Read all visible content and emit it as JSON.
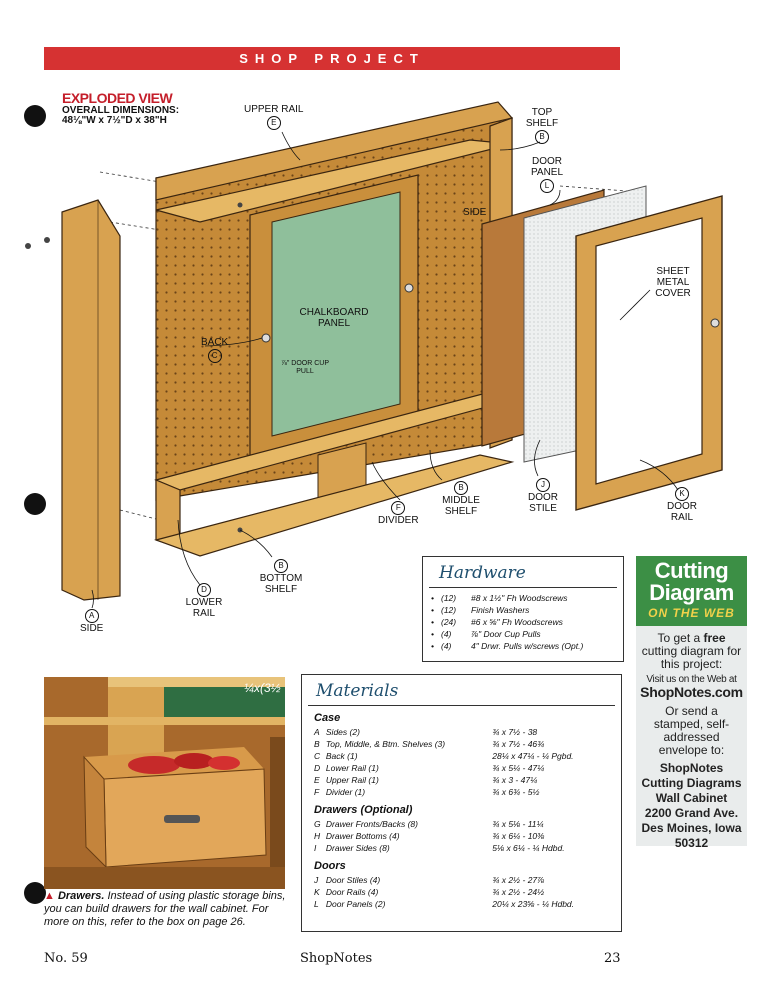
{
  "banner": "SHOP PROJECT",
  "exploded": {
    "title": "EXPLODED VIEW",
    "subtitle": "OVERALL DIMENSIONS:",
    "dims": "48⅛\"W x 7½\"D x 38\"H"
  },
  "labels": {
    "upper_rail": "UPPER RAIL",
    "upper_rail_letter": "E",
    "top_shelf": "TOP SHELF",
    "top_shelf_letter": "B",
    "door_panel": "DOOR PANEL",
    "door_panel_letter": "L",
    "side_inner": "SIDE",
    "sheet_metal": "SHEET METAL COVER",
    "chalkboard": "CHALKBOARD PANEL",
    "back": "BACK",
    "back_letter": "C",
    "cup_pull": "⅞\" DOOR CUP PULL",
    "middle_shelf": "MIDDLE SHELF",
    "middle_shelf_letter": "B",
    "divider": "DIVIDER",
    "divider_letter": "F",
    "door_stile": "DOOR STILE",
    "door_stile_letter": "J",
    "door_rail": "DOOR RAIL",
    "door_rail_letter": "K",
    "bottom_shelf": "BOTTOM SHELF",
    "bottom_shelf_letter": "B",
    "lower_rail": "LOWER RAIL",
    "lower_rail_letter": "D",
    "side": "SIDE",
    "side_letter": "A"
  },
  "hardware": {
    "title": "Hardware",
    "items": [
      {
        "qty": "(12)",
        "desc": "#8 x 1½\" Fh Woodscrews"
      },
      {
        "qty": "(12)",
        "desc": "Finish Washers"
      },
      {
        "qty": "(24)",
        "desc": "#6 x ⅝\" Fh Woodscrews"
      },
      {
        "qty": "(4)",
        "desc": "⅞\" Door Cup Pulls"
      },
      {
        "qty": "(4)",
        "desc": "4\" Drwr. Pulls w/screws (Opt.)"
      }
    ]
  },
  "web": {
    "title": "Cutting Diagram",
    "subtitle": "ON THE WEB",
    "line1": "To get a",
    "free": "free",
    "line2": "cutting diagram for this project:",
    "visit": "Visit us on the Web at",
    "url": "ShopNotes.com",
    "or_send": "Or send a stamped, self-addressed envelope to:",
    "address": [
      "ShopNotes",
      "Cutting Diagrams",
      "Wall Cabinet",
      "2200 Grand Ave.",
      "Des Moines, Iowa",
      "50312"
    ]
  },
  "caption": {
    "lead": "Drawers.",
    "text": " Instead of using plastic storage bins, you can build drawers for the wall cabinet. For more on this, refer to the box on page 26."
  },
  "materials": {
    "title": "Materials",
    "sections": [
      {
        "name": "Case",
        "rows": [
          {
            "letter": "A",
            "name": "Sides (2)",
            "dim": "¾ x 7½ - 38"
          },
          {
            "letter": "B",
            "name": "Top, Middle, & Btm. Shelves (3)",
            "dim": "¾ x 7½ - 46¾"
          },
          {
            "letter": "C",
            "name": "Back (1)",
            "dim": "28¼ x 47¼ - ¼ Pgbd."
          },
          {
            "letter": "D",
            "name": "Lower Rail (1)",
            "dim": "¾ x 5¼ - 47¼"
          },
          {
            "letter": "E",
            "name": "Upper Rail (1)",
            "dim": "¾ x 3 - 47¼"
          },
          {
            "letter": "F",
            "name": "Divider (1)",
            "dim": "¾ x 6¾ - 5½"
          }
        ]
      },
      {
        "name": "Drawers (Optional)",
        "rows": [
          {
            "letter": "G",
            "name": "Drawer Fronts/Backs (8)",
            "dim": "¾ x 5⅛ - 11¼"
          },
          {
            "letter": "H",
            "name": "Drawer Bottoms (4)",
            "dim": "¾ x 6¼ - 10⅜"
          },
          {
            "letter": "I",
            "name": "Drawer Sides (8)",
            "dim": "5⅛ x 6¼ - ¼ Hdbd."
          }
        ]
      },
      {
        "name": "Doors",
        "rows": [
          {
            "letter": "J",
            "name": "Door Stiles (4)",
            "dim": "¾ x 2½ - 27⅞"
          },
          {
            "letter": "K",
            "name": "Door Rails (4)",
            "dim": "¾ x 2½ - 24½"
          },
          {
            "letter": "L",
            "name": "Door Panels (2)",
            "dim": "20¼ x 23⅝ - ¼ Hdbd."
          }
        ]
      }
    ]
  },
  "footer": {
    "issue": "No. 59",
    "magazine": "ShopNotes",
    "page": "23"
  },
  "photo_note": "¼x(3½"
}
